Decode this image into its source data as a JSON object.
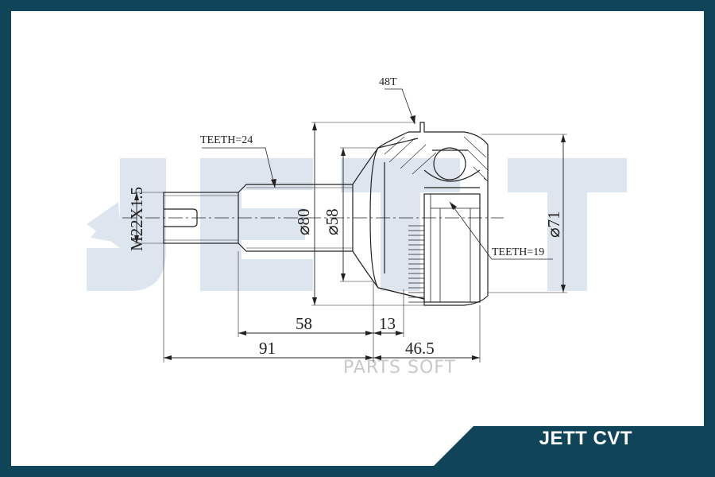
{
  "watermark": {
    "brand_letters": "JETT",
    "secondary": "PARTS SOFT"
  },
  "dimensions": {
    "outer_spline_teeth": "TEETH=24",
    "thread": "M22X1.5",
    "dia_80": "⌀80",
    "dia_58": "⌀58",
    "abs_ring": "48T",
    "dia_71": "⌀71",
    "inner_spline_teeth": "TEETH=19",
    "len_58": "58",
    "len_13": "13",
    "len_91": "91",
    "len_46_5": "46.5"
  },
  "footer": {
    "label": "JETT CVT"
  },
  "colors": {
    "frame": "#0f4459",
    "watermark": "#dde6ef",
    "drawing_line": "#222222",
    "footer_text": "#ffffff"
  }
}
